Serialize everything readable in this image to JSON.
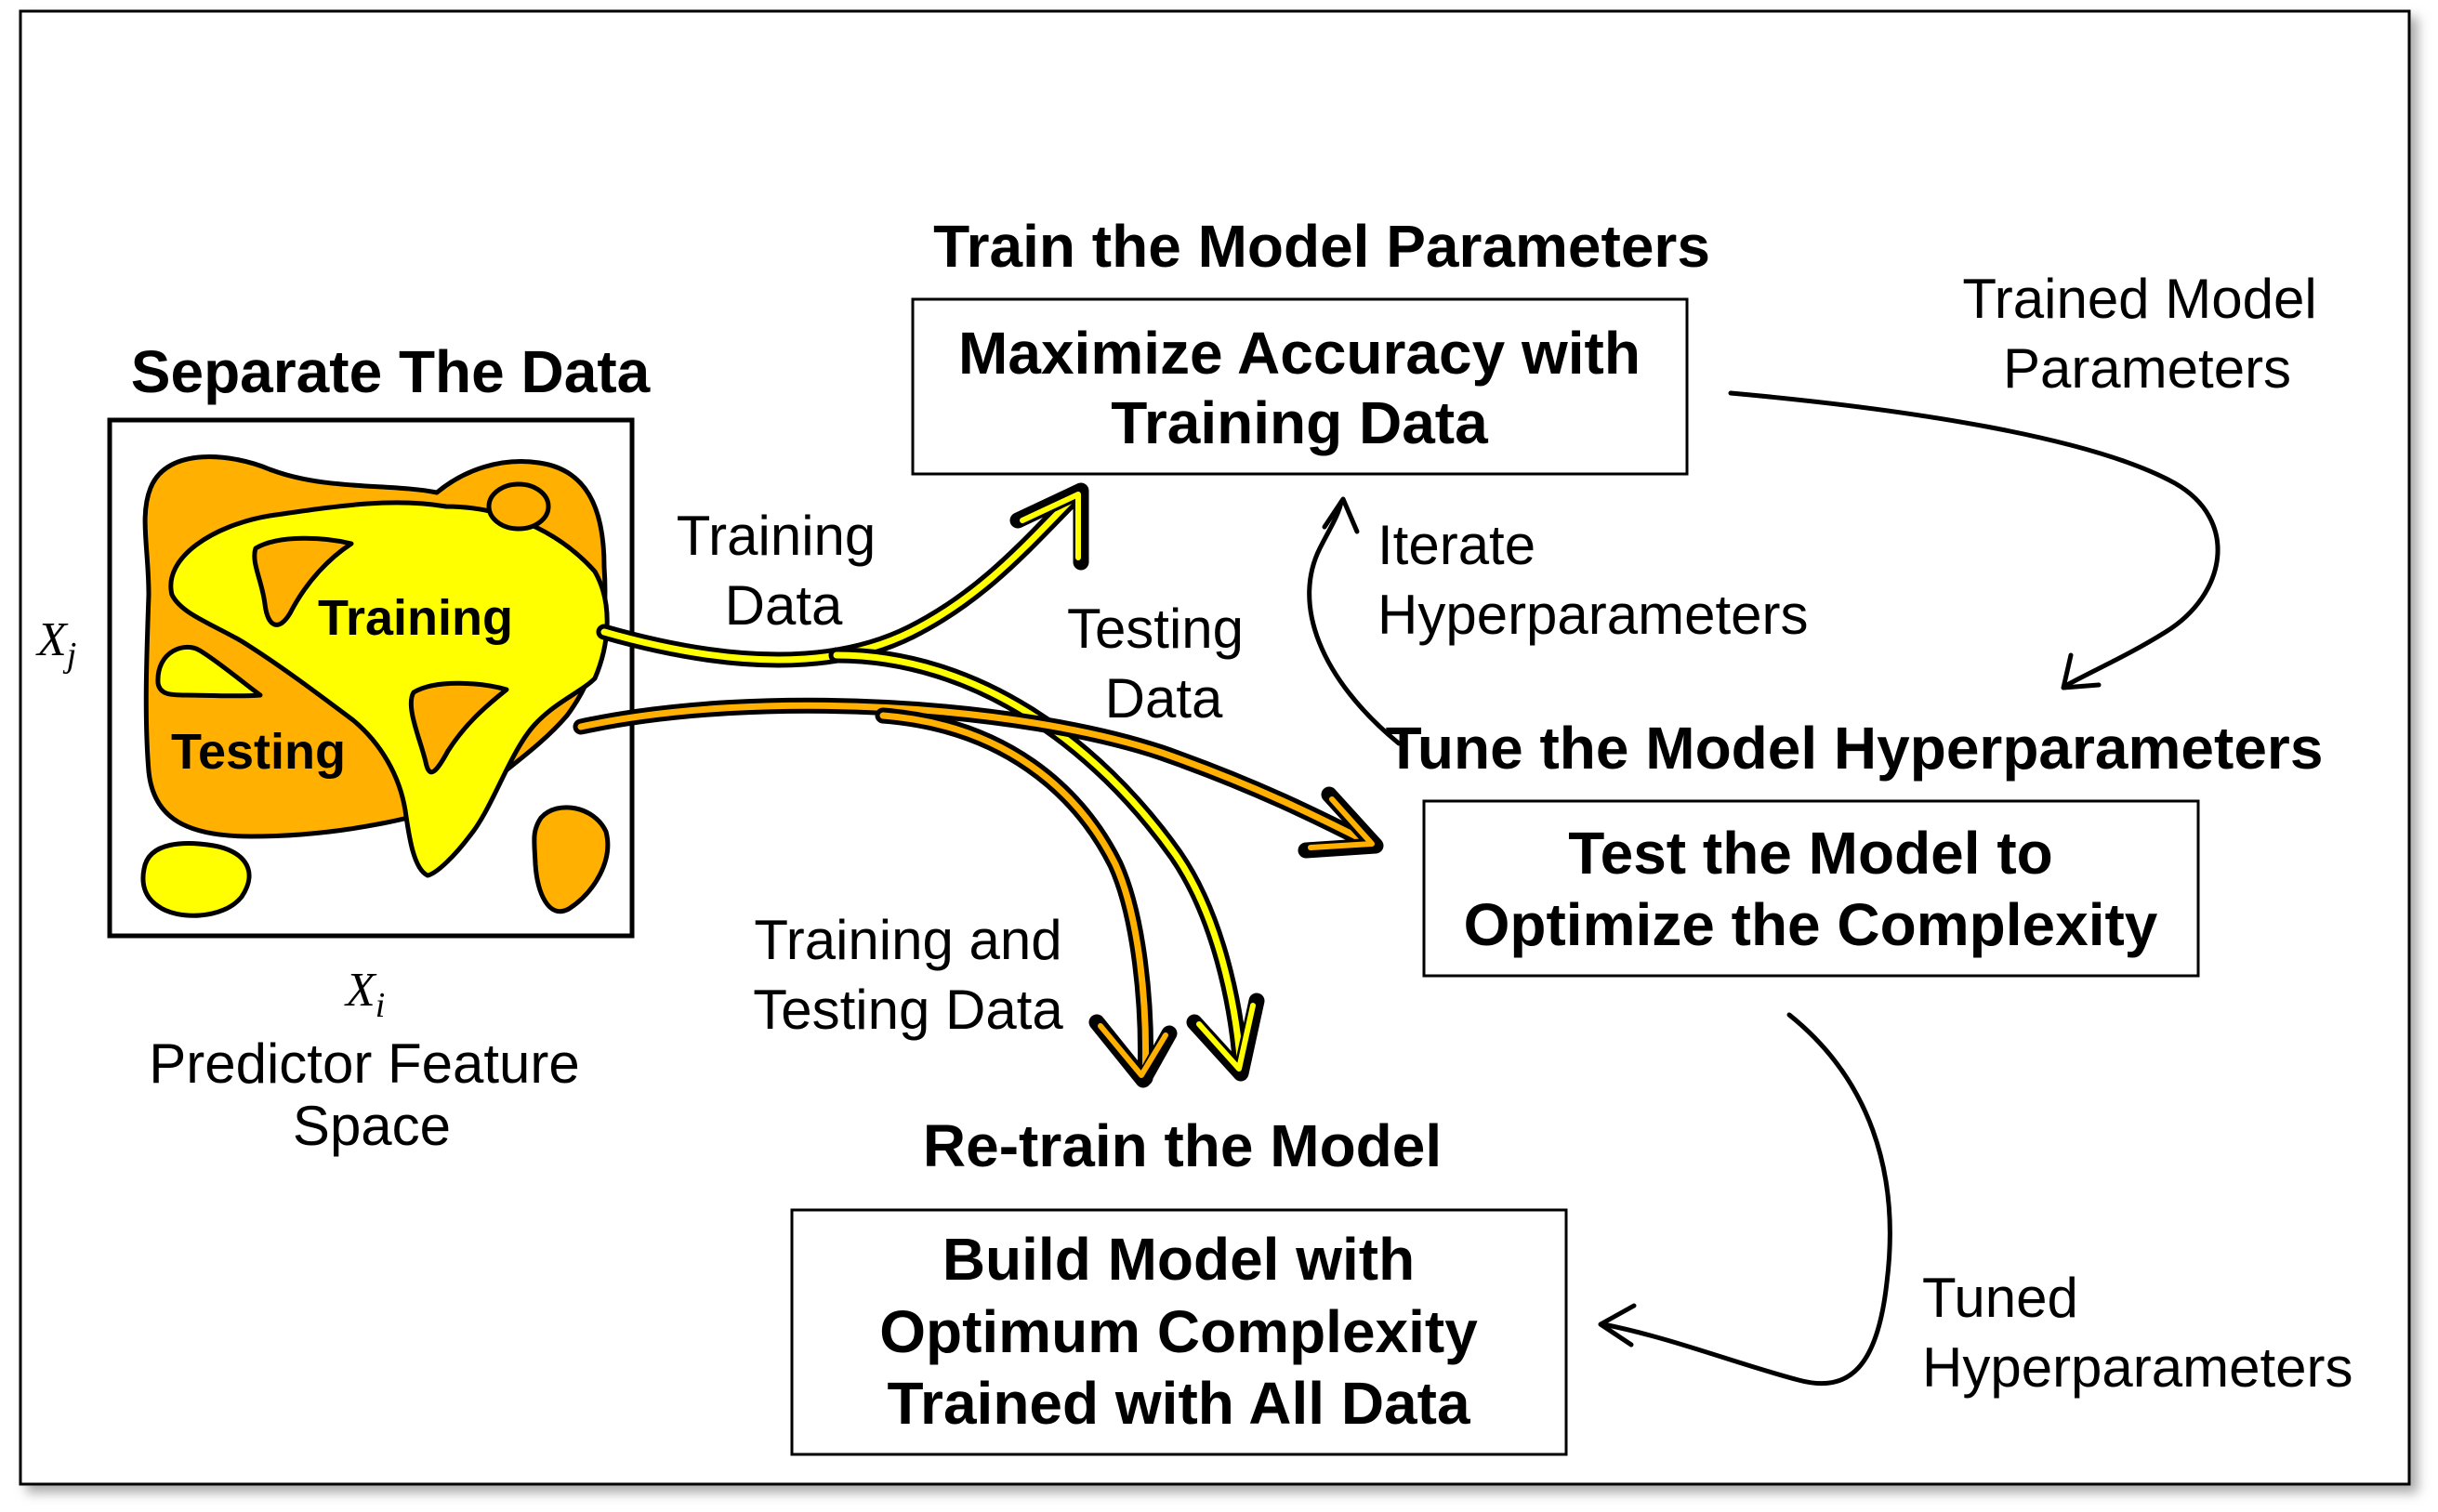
{
  "separate": {
    "heading": "Separate The Data",
    "training_region": "Training",
    "testing_region": "Testing",
    "axis_x": "X",
    "axis_x_sub": "i",
    "axis_y": "X",
    "axis_y_sub": "j",
    "caption_line1": "Predictor Feature",
    "caption_line2": "Space"
  },
  "train": {
    "heading": "Train the Model Parameters",
    "box_line1": "Maximize Accuracy with",
    "box_line2": "Training Data"
  },
  "tune": {
    "heading": "Tune the Model Hyperparameters",
    "box_line1": "Test the Model to",
    "box_line2": "Optimize the Complexity"
  },
  "retrain": {
    "heading": "Re-train the Model",
    "box_line1": "Build Model with",
    "box_line2": "Optimum Complexity",
    "box_line3": "Trained with All Data"
  },
  "flow_labels": {
    "training_data_1": "Training",
    "training_data_2": "Data",
    "testing_data_1": "Testing",
    "testing_data_2": "Data",
    "training_and_testing_1": "Training and",
    "training_and_testing_2": "Testing Data",
    "iterate_1": "Iterate",
    "iterate_2": "Hyperparameters",
    "trained_params_1": "Trained Model",
    "trained_params_2": "Parameters",
    "tuned_1": "Tuned",
    "tuned_2": "Hyperparameters"
  },
  "colors": {
    "training": "#ffff00",
    "testing": "#ffb000",
    "outline": "#000000",
    "frame_shadow": "#9a9a9a"
  }
}
